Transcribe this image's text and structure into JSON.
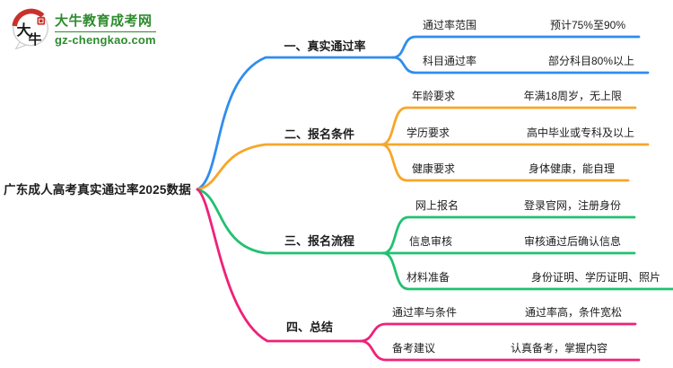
{
  "colors": {
    "branch_1_blue": "#2f8ded",
    "branch_2_orange": "#f7a62a",
    "branch_3_green": "#22c171",
    "branch_4_pink": "#ef2179",
    "brand_green": "#2e8b2e",
    "seal_red": "#c9312b",
    "text": "#1c1c1c"
  },
  "logo": {
    "icon_char_1": "大",
    "icon_char_2": "牛",
    "site_name": "大牛教育成考网",
    "site_url": "gz-chengkao.com"
  },
  "mindmap": {
    "central_topic": "广东成人高考真实通过率2025数据",
    "branches": [
      {
        "label": "一、真实通过率",
        "color": "#2f8ded",
        "children": [
          {
            "label": "通过率范围",
            "value": "预计75%至90%"
          },
          {
            "label": "科目通过率",
            "value": "部分科目80%以上"
          }
        ]
      },
      {
        "label": "二、报名条件",
        "color": "#f7a62a",
        "children": [
          {
            "label": "年龄要求",
            "value": "年满18周岁，无上限"
          },
          {
            "label": "学历要求",
            "value": "高中毕业或专科及以上"
          },
          {
            "label": "健康要求",
            "value": "身体健康，能自理"
          }
        ]
      },
      {
        "label": "三、报名流程",
        "color": "#22c171",
        "children": [
          {
            "label": "网上报名",
            "value": "登录官网，注册身份"
          },
          {
            "label": "信息审核",
            "value": "审核通过后确认信息"
          },
          {
            "label": "材料准备",
            "value": "身份证明、学历证明、照片"
          }
        ]
      },
      {
        "label": "四、总结",
        "color": "#ef2179",
        "children": [
          {
            "label": "通过率与条件",
            "value": "通过率高，条件宽松"
          },
          {
            "label": "备考建议",
            "value": "认真备考，掌握内容"
          }
        ]
      }
    ]
  }
}
